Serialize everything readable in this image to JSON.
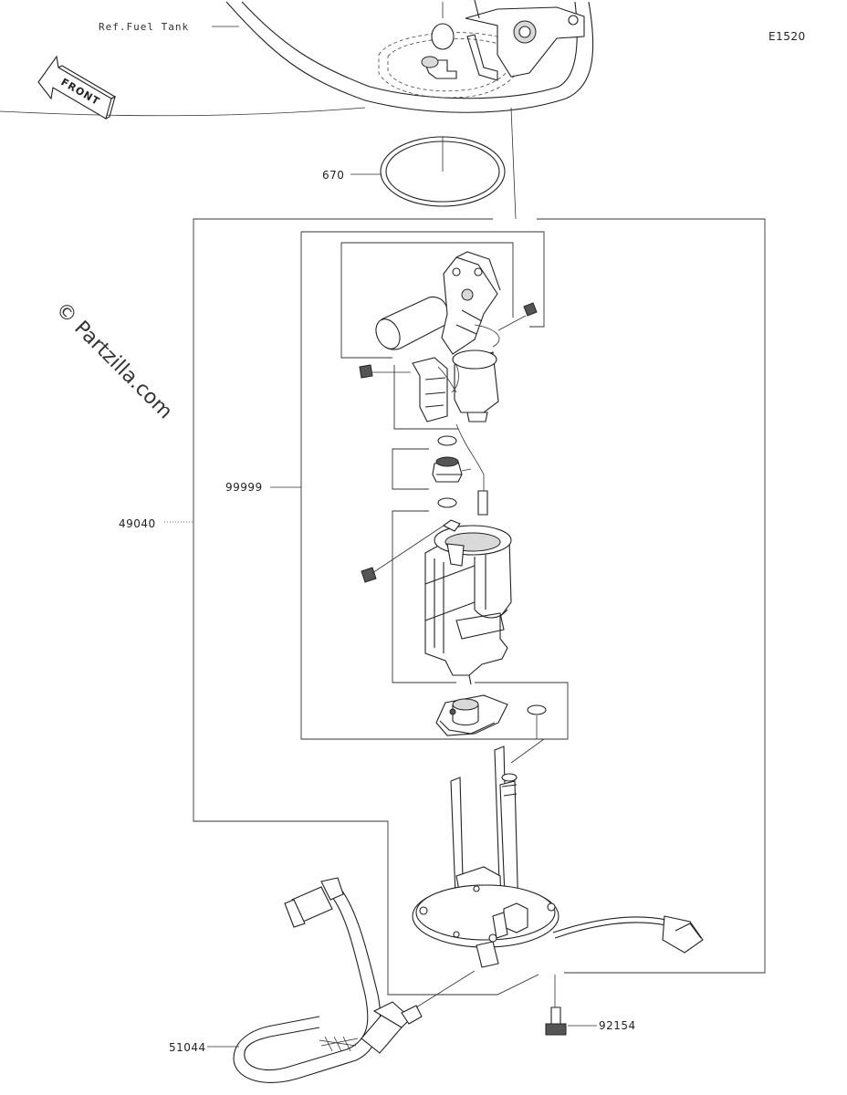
{
  "diagram_code": "E1520",
  "reference": "Ref.Fuel Tank",
  "front_arrow_text": "FRONT",
  "watermark": "© Partzilla.com",
  "parts": [
    {
      "number": "670"
    },
    {
      "number": "99999"
    },
    {
      "number": "49040"
    },
    {
      "number": "92154"
    },
    {
      "number": "51044"
    }
  ]
}
